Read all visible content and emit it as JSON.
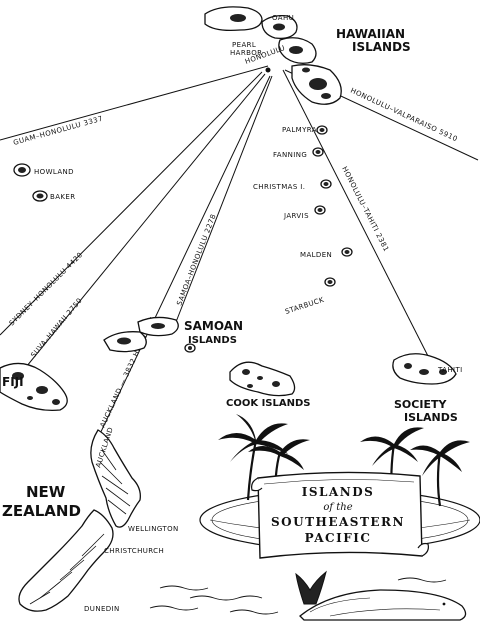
{
  "map": {
    "regions": {
      "hawaii_title": [
        "HAWAIIAN",
        "ISLANDS"
      ],
      "samoa_title": [
        "SAMOAN",
        "ISLANDS"
      ],
      "cook_title": "COOK ISLANDS",
      "society_title": [
        "SOCIETY",
        "ISLANDS"
      ],
      "nz_title": [
        "NEW",
        "ZEALAND"
      ],
      "fiji_title": "FIJI"
    },
    "places": {
      "oahu": "OAHU",
      "pearl_harbor": [
        "PEARL",
        "HARBOR"
      ],
      "honolulu": "HONOLULU",
      "howland": "HOWLAND",
      "baker": "BAKER",
      "palmyra": "PALMYRA",
      "fanning": "FANNING",
      "christmas": "CHRISTMAS I.",
      "jarvis": "JARVIS",
      "malden": "MALDEN",
      "starbuck": "STARBUCK",
      "tahiti": "TAHITI",
      "auckland": "AUCKLAND",
      "wellington": "WELLINGTON",
      "christchurch": "CHRISTCHURCH",
      "dunedin": "DUNEDIN"
    },
    "routes": {
      "guam": "GUAM–HONOLULU 3337",
      "valparaiso": "HONOLULU–VALPARAISO 5910",
      "tahiti": "HONOLULU–TAHITI 2381",
      "sydney": "SYDNEY–HONOLULU 4420",
      "suva": "SUVA–HAWAII 2750",
      "auckland": "AUCKLAND — 3832 HONOLULU",
      "samoa": "SAMOA–HONOLULU 2278"
    },
    "banner": {
      "line1": "ISLANDS",
      "line2": "of the",
      "line3": "SOUTHEASTERN",
      "line4": "PACIFIC"
    }
  }
}
